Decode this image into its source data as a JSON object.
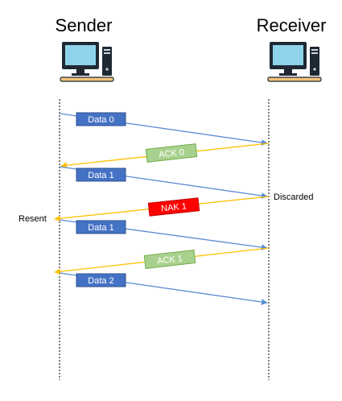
{
  "sender": {
    "title": "Sender",
    "icon": "desktop-computer-icon"
  },
  "receiver": {
    "title": "Receiver",
    "icon": "desktop-computer-icon"
  },
  "messages": [
    {
      "label": "Data 0",
      "direction": "sender-to-receiver",
      "kind": "data"
    },
    {
      "label": "ACK 0",
      "direction": "receiver-to-sender",
      "kind": "ack"
    },
    {
      "label": "Data 1",
      "direction": "sender-to-receiver",
      "kind": "data",
      "note": "Discarded"
    },
    {
      "label": "NAK 1",
      "direction": "receiver-to-sender",
      "kind": "nak",
      "note": "Resent"
    },
    {
      "label": "Data 1",
      "direction": "sender-to-receiver",
      "kind": "data"
    },
    {
      "label": "ACK 1",
      "direction": "receiver-to-sender",
      "kind": "ack"
    },
    {
      "label": "Data 2",
      "direction": "sender-to-receiver",
      "kind": "data"
    }
  ],
  "colors": {
    "data_box": "#4472c4",
    "data_arrow": "#5b8dd4",
    "ack_box": "#a9d18e",
    "nak_box": "#ff0000",
    "response_arrow": "#ffc000",
    "monitor": "#8fd3ea"
  }
}
